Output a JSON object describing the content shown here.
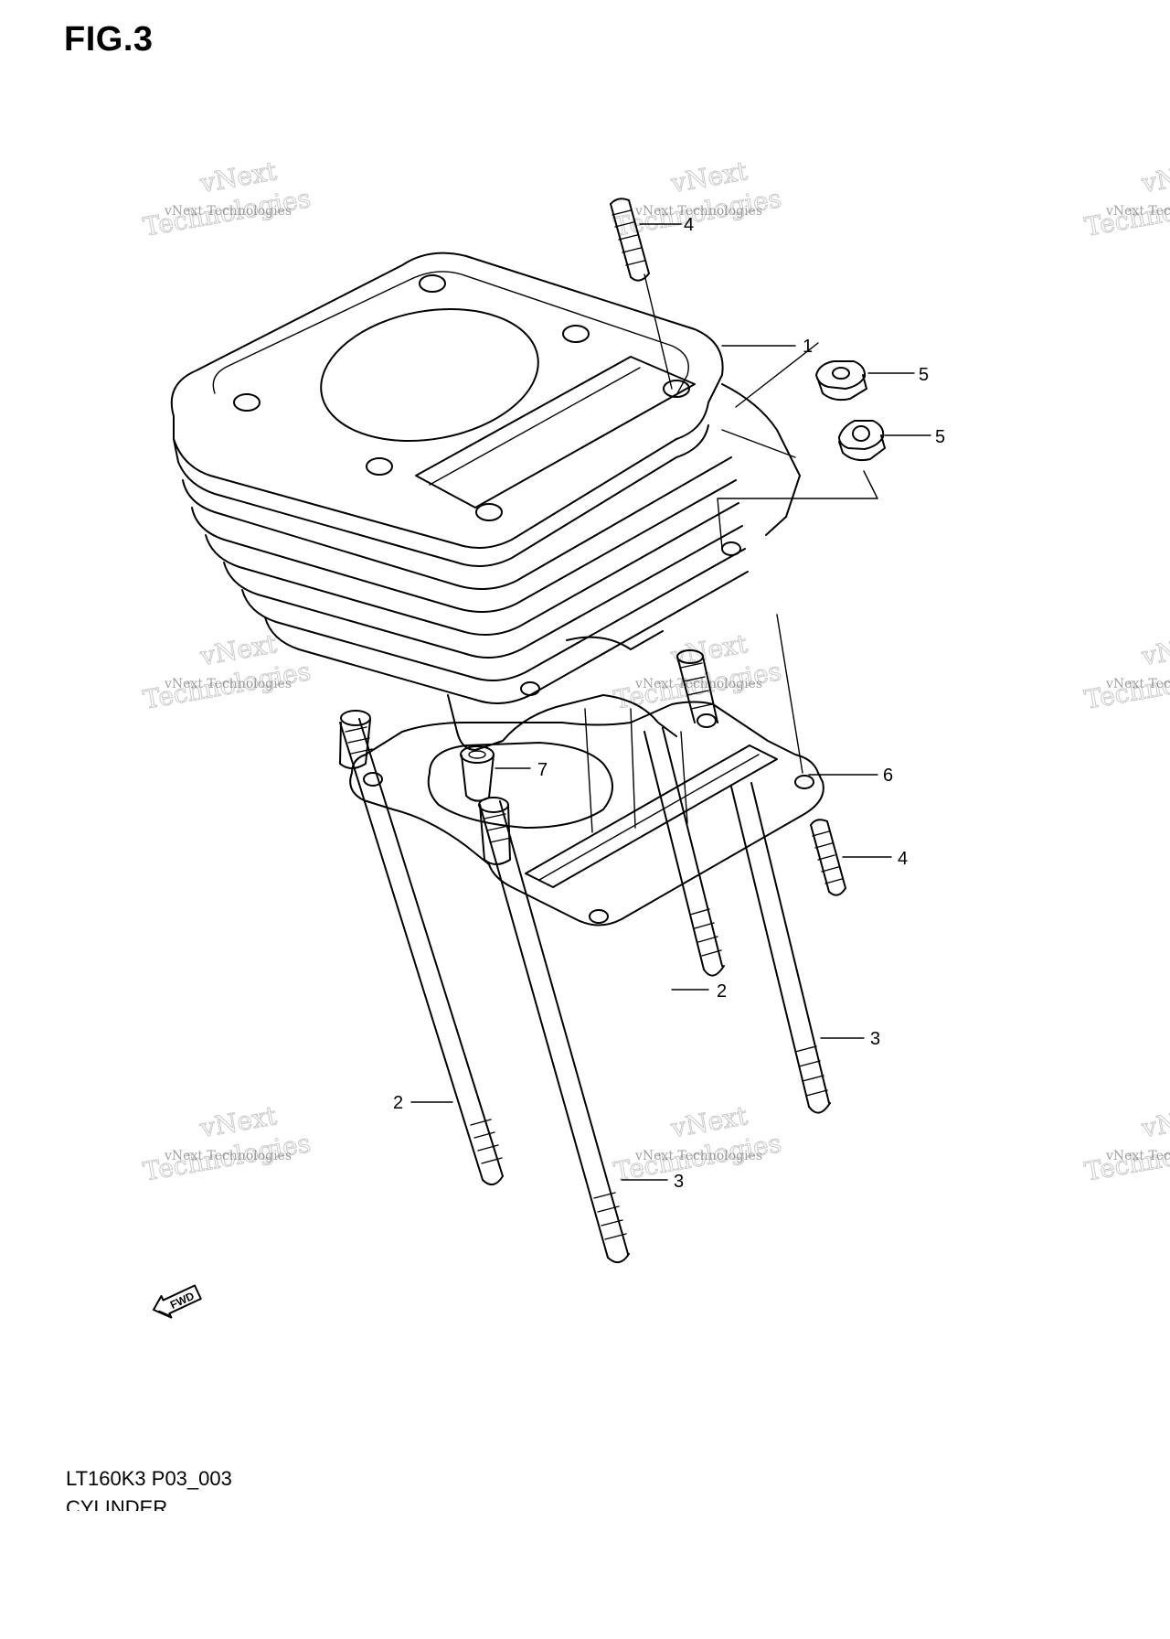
{
  "figure": {
    "title": "FIG.3",
    "code": "LT160K3 P03_003",
    "name": "CYLINDER"
  },
  "callouts": {
    "c1": "1",
    "c2a": "2",
    "c2b": "2",
    "c3a": "3",
    "c3b": "3",
    "c4a": "4",
    "c4b": "4",
    "c5a": "5",
    "c5b": "5",
    "c6": "6",
    "c7": "7"
  },
  "watermark": {
    "small": "vNext Technologies",
    "top": "vNext",
    "bottom": "Technologies"
  },
  "fwd_label": "FWD",
  "colors": {
    "line": "#000000",
    "background": "#ffffff",
    "watermark": "#b5b5b5"
  }
}
